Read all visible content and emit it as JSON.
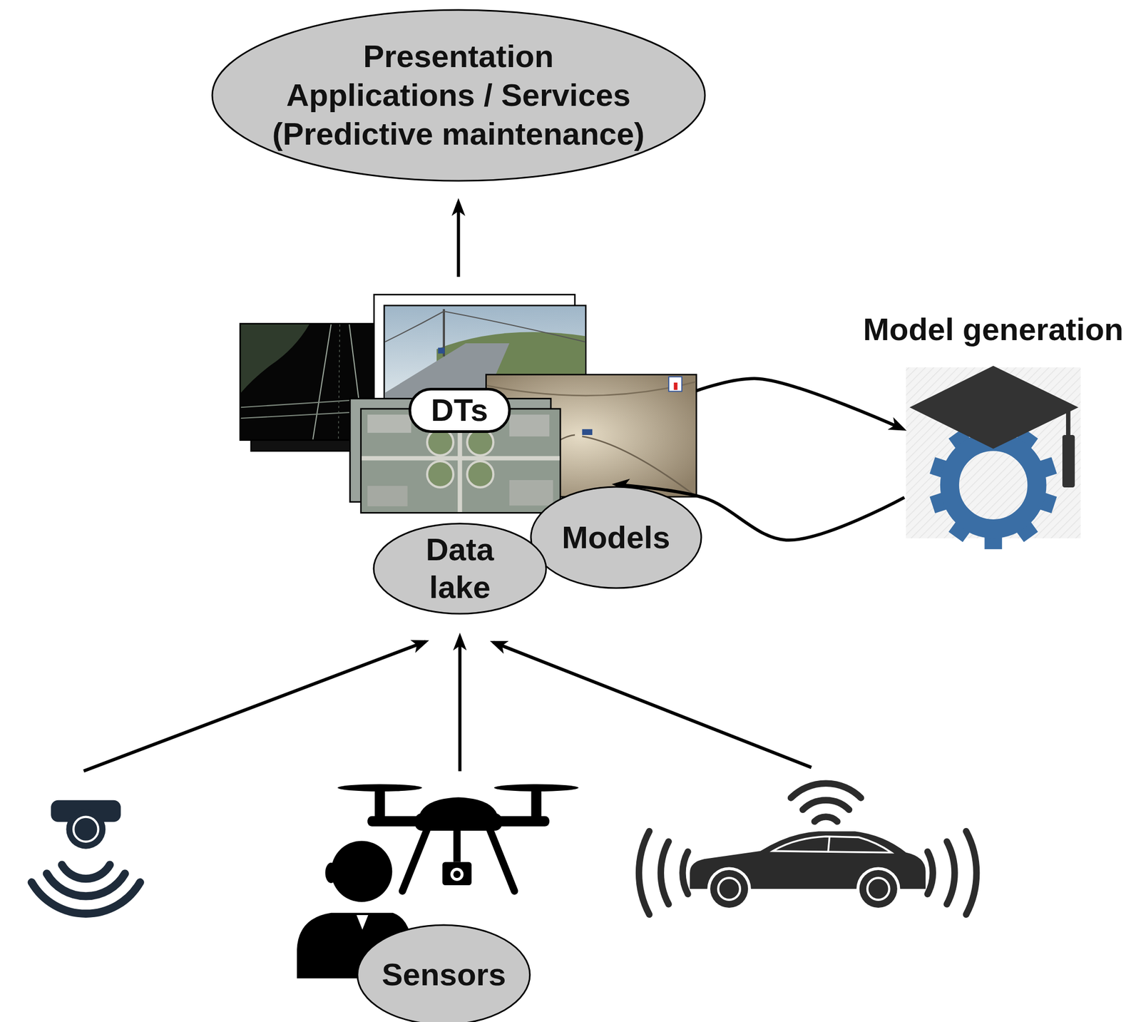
{
  "diagram": {
    "nodes": [
      {
        "text": [
          "Presentation Applications / Services (Predictive maintenance)"
        ]
      },
      {
        "text": [
          "DTs"
        ]
      },
      {
        "text": [
          "Model generation"
        ]
      },
      {
        "text": [
          "Data lake"
        ]
      },
      {
        "text": [
          "Models"
        ]
      },
      {
        "text": [
          "Sensors"
        ]
      }
    ],
    "edges": [
      {
        "from": 1,
        "to": 0,
        "arrow": "to"
      },
      {
        "from": 1,
        "to": 2,
        "arrow": "to"
      },
      {
        "from": 2,
        "to": 4,
        "arrow": "to"
      },
      {
        "from": 5,
        "to": 3,
        "arrow": "to"
      }
    ]
  }
}
